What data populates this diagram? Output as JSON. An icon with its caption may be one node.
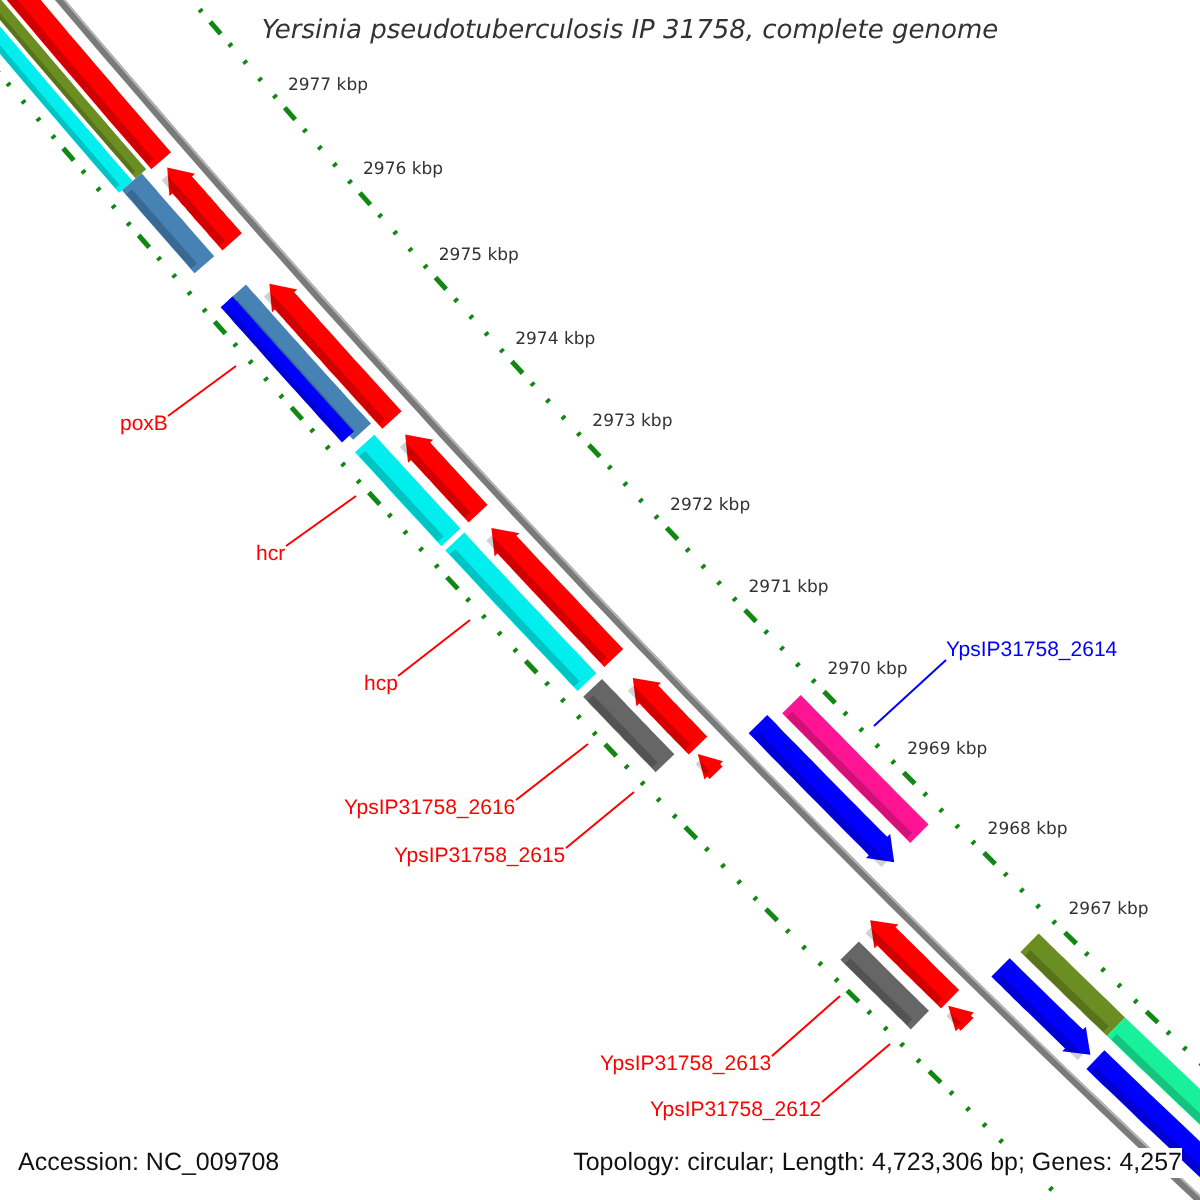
{
  "diagram": {
    "title": "Yersinia pseudotuberculosis IP 31758, complete genome",
    "nodes": [
      {
        "text": [
          "poxB"
        ]
      },
      {
        "text": [
          "hcr"
        ]
      },
      {
        "text": [
          "hcp"
        ]
      },
      {
        "text": [
          "YpsIP31758_2616"
        ]
      },
      {
        "text": [
          "YpsIP31758_2615"
        ]
      },
      {
        "text": [
          "YpsIP31758_2614"
        ]
      },
      {
        "text": [
          "YpsIP31758_2613"
        ]
      },
      {
        "text": [
          "YpsIP31758_2612"
        ]
      }
    ],
    "edges": [
      {
        "from": 0,
        "to": null,
        "arrow": "none"
      },
      {
        "from": 1,
        "to": null,
        "arrow": "none"
      },
      {
        "from": 2,
        "to": null,
        "arrow": "none"
      },
      {
        "from": 3,
        "to": null,
        "arrow": "none"
      },
      {
        "from": 4,
        "to": null,
        "arrow": "none"
      },
      {
        "from": 5,
        "to": null,
        "arrow": "none",
        "color": "#0000ff"
      },
      {
        "from": 6,
        "to": null,
        "arrow": "none"
      },
      {
        "from": 7,
        "to": null,
        "arrow": "none"
      }
    ],
    "labels": [
      "2977 kbp",
      "2976 kbp",
      "2975 kbp",
      "2974 kbp",
      "2973 kbp",
      "2972 kbp",
      "2971 kbp",
      "2970 kbp",
      "2969 kbp",
      "2968 kbp",
      "2967 kbp",
      "Accession: NC_009708",
      "Topology: circular; Length: 4,723,306 bp; Genes: 4,257"
    ]
  }
}
